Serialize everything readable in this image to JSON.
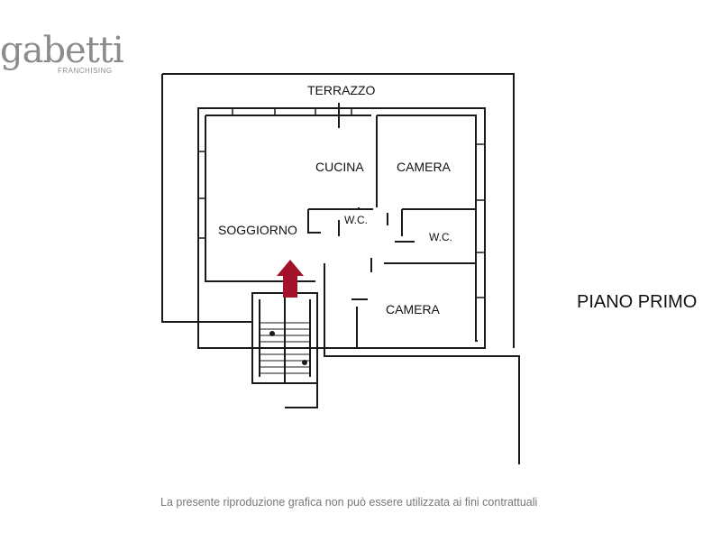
{
  "brand": {
    "name": "gabetti",
    "subtitle": "FRANCHISING",
    "color": "#8c8c8c"
  },
  "rooms": {
    "terrace": "TERRAZZO",
    "kitchen": "CUCINA",
    "living": "SOGGIORNO",
    "bedroom_1": "CAMERA",
    "bedroom_2": "CAMERA",
    "wc_1": "W.C.",
    "wc_2": "W.C."
  },
  "floor_label": "PIANO PRIMO",
  "disclaimer": "La presente riproduzione grafica non può essere utilizzata ai fini contrattuali",
  "colors": {
    "wall": "#1a1a1a",
    "entrance_arrow": "#a3122b"
  },
  "icons": {
    "entrance": "entrance-arrow-icon"
  }
}
